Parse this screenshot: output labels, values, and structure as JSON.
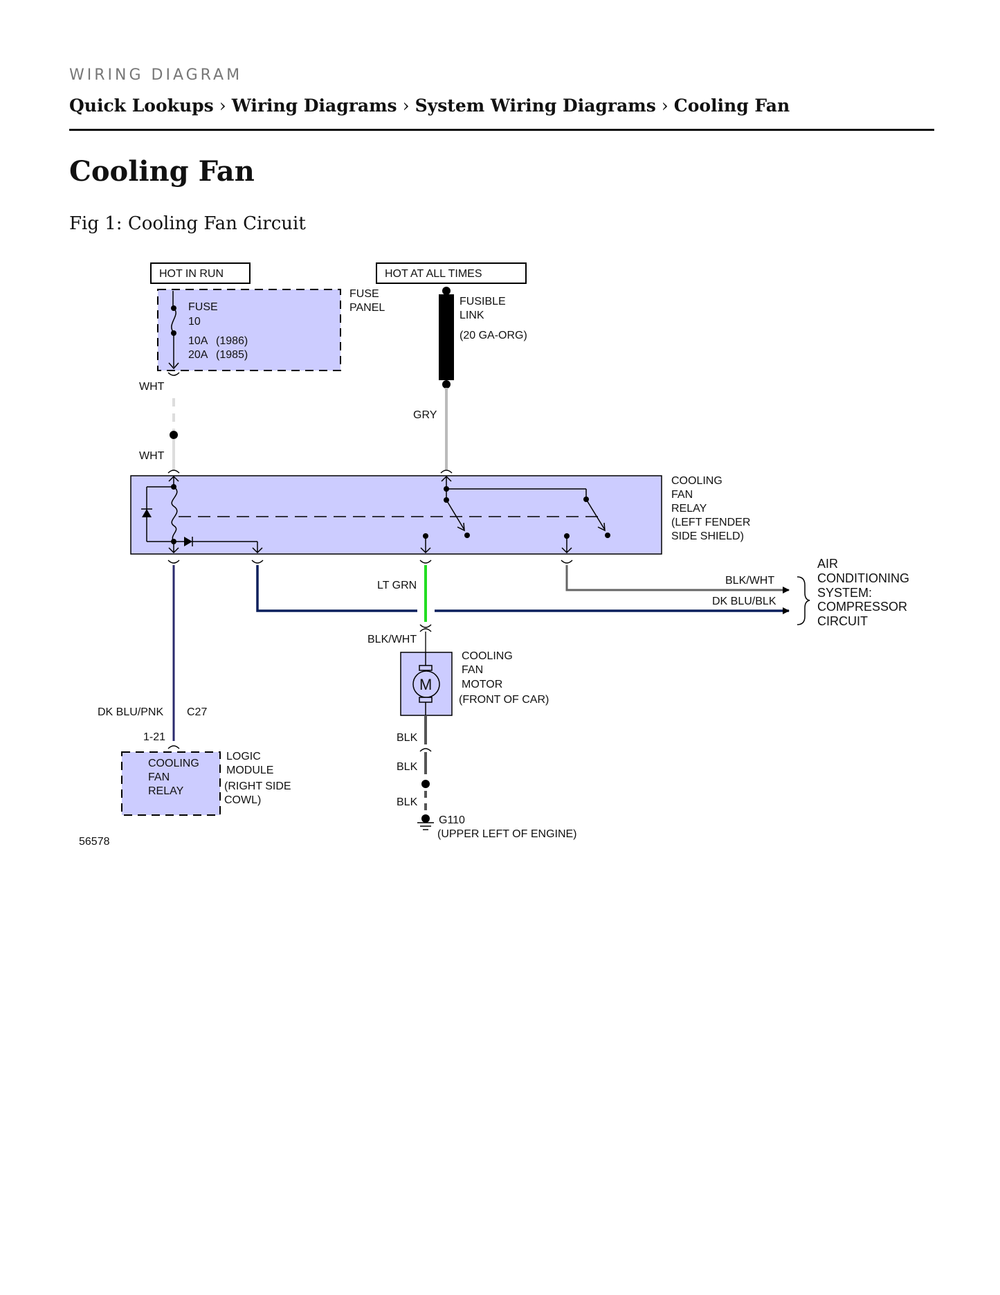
{
  "header": {
    "section_label": "WIRING DIAGRAM",
    "breadcrumb": [
      "Quick Lookups",
      "Wiring Diagrams",
      "System Wiring Diagrams",
      "Cooling Fan"
    ],
    "separator": "›"
  },
  "page_title": "Cooling Fan",
  "figure_caption": "Fig 1: Cooling Fan Circuit",
  "diagram": {
    "hot_in_run": "HOT IN RUN",
    "hot_at_all_times": "HOT AT ALL TIMES",
    "fuse_panel": [
      "FUSE",
      "PANEL"
    ],
    "fuse": [
      "FUSE",
      "10"
    ],
    "fuse_rating_1986": [
      "10A",
      "(1986)"
    ],
    "fuse_rating_1985": [
      "20A",
      "(1985)"
    ],
    "fusible_link": [
      "FUSIBLE",
      "LINK"
    ],
    "fusible_gauge": "(20 GA-ORG)",
    "wire_wht_1": "WHT",
    "wire_wht_2": "WHT",
    "wire_gry": "GRY",
    "relay_label": [
      "COOLING",
      "FAN",
      "RELAY",
      "(LEFT FENDER",
      "SIDE SHIELD)"
    ],
    "wire_lt_grn": "LT GRN",
    "wire_blk_wht_1": "BLK/WHT",
    "wire_dk_blu_blk": "DK BLU/BLK",
    "ac_system": [
      "AIR",
      "CONDITIONING",
      "SYSTEM:",
      "COMPRESSOR",
      "CIRCUIT"
    ],
    "wire_blk_wht_2": "BLK/WHT",
    "motor_symbol": "M",
    "motor_label": [
      "COOLING",
      "FAN",
      "MOTOR",
      "(FRONT OF CAR)"
    ],
    "wire_dk_blu_pnk": "DK BLU/PNK",
    "connector_c27": "C27",
    "pin_1_21": "1-21",
    "logic_box": [
      "COOLING",
      "FAN",
      "RELAY"
    ],
    "logic_module": [
      "LOGIC",
      "MODULE",
      "(RIGHT SIDE",
      "COWL)"
    ],
    "wire_blk_1": "BLK",
    "wire_blk_2": "BLK",
    "wire_blk_3": "BLK",
    "ground": [
      "G110",
      "(UPPER LEFT OF ENGINE)"
    ],
    "figure_number": "56578",
    "colors": {
      "component_fill": "#ccccff",
      "wht_wire": "#dddddd",
      "gry_wire": "#bbbbbb",
      "lt_grn_wire": "#22dd22",
      "dk_blu_wire": "#0a1f5c",
      "dk_blu_pnk_wire": "#2b2b6e",
      "blk_wht_wire": "#666666",
      "blk_wire": "#555555"
    }
  }
}
